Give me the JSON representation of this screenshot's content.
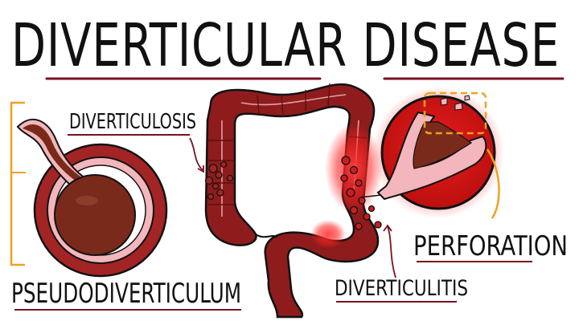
{
  "title": "DIVERTICULAR DISEASE",
  "labels": {
    "diverticulosis": "DIVERTICULOSIS",
    "pseudodiverticulum": "PSEUDODIVERTICULUM",
    "perforation": "PERFORATION",
    "diverticulitis": "DIVERTICULITIS"
  },
  "colors": {
    "ink": "#111111",
    "underline": "#7a1020",
    "colon": "#8e1c1c",
    "colon_dark": "#5e0f0f",
    "lumen": "#7a2a1a",
    "mucosa": "#f2b6bc",
    "inflamed": "#ff2a2a",
    "bracket": "#f0a020"
  }
}
